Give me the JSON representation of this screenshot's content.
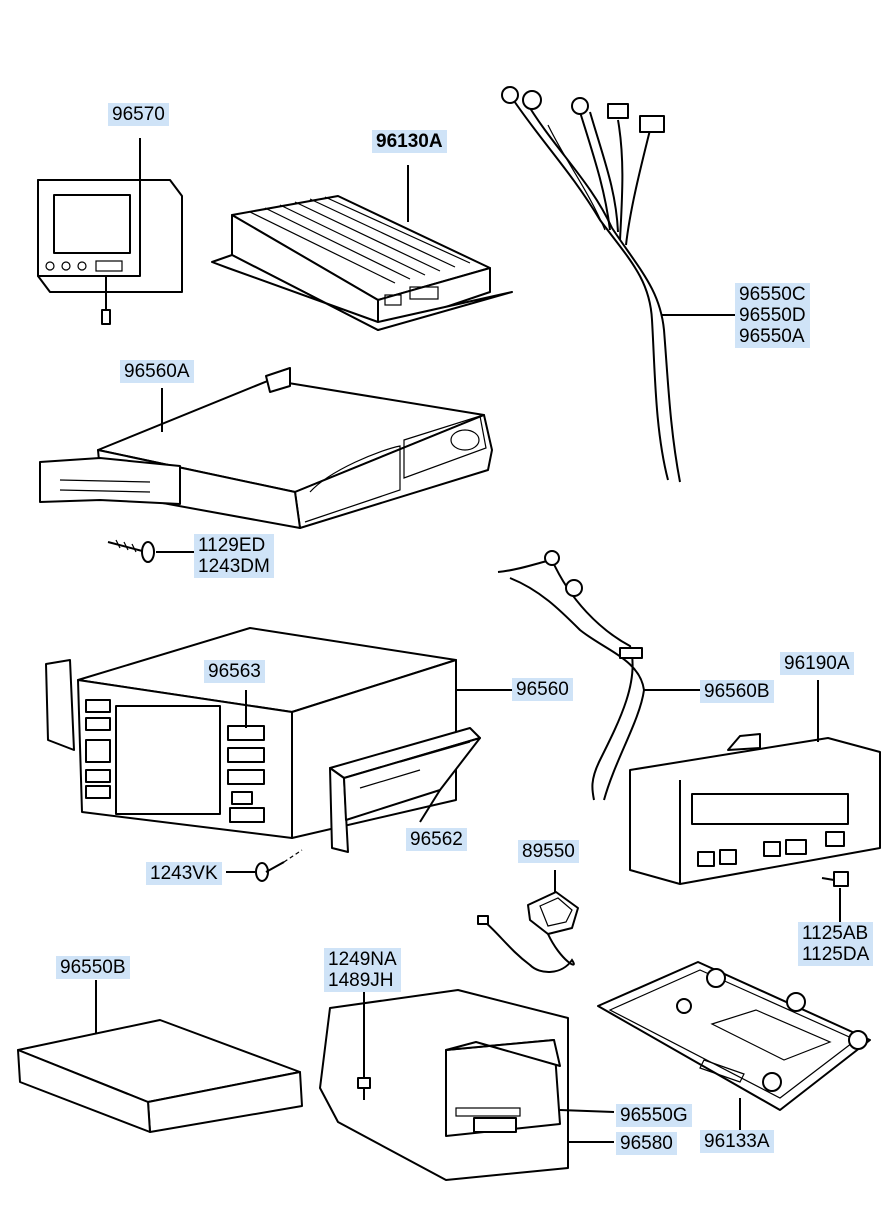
{
  "labels": {
    "p96570": "96570",
    "p96130A": "96130A",
    "p96550CDA": "96550C\n96550D\n96550A",
    "p96560A": "96560A",
    "p1129ED": "1129ED\n1243DM",
    "p96563": "96563",
    "p96560": "96560",
    "p96560B": "96560B",
    "p96190A": "96190A",
    "p96562": "96562",
    "p89550": "89550",
    "p1243VK": "1243VK",
    "p1125AB": "1125AB\n1125DA",
    "p96550B": "96550B",
    "p1249NA": "1249NA\n1489JH",
    "p96550G": "96550G",
    "p96580": "96580",
    "p96133A": "96133A"
  }
}
